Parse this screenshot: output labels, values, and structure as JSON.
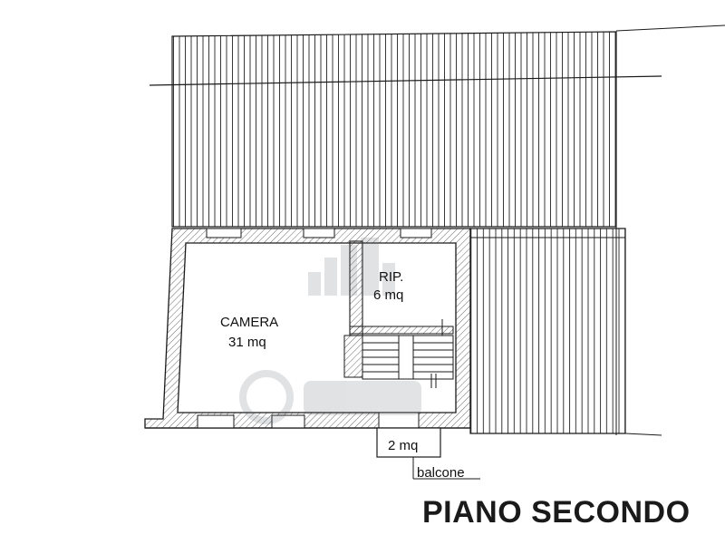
{
  "floor_title": "PIANO SECONDO",
  "rooms": {
    "camera": {
      "name": "CAMERA",
      "area": "31 mq"
    },
    "ripostiglio": {
      "name": "RIP.",
      "area": "6 mq"
    },
    "balcony": {
      "area": "2 mq",
      "label": "balcone"
    }
  },
  "colors": {
    "line": "#1a1a1a",
    "wall_hatch": "#555555",
    "watermark": "#9aa4ad"
  },
  "watermark": {
    "icon": "building-logo-icon"
  }
}
